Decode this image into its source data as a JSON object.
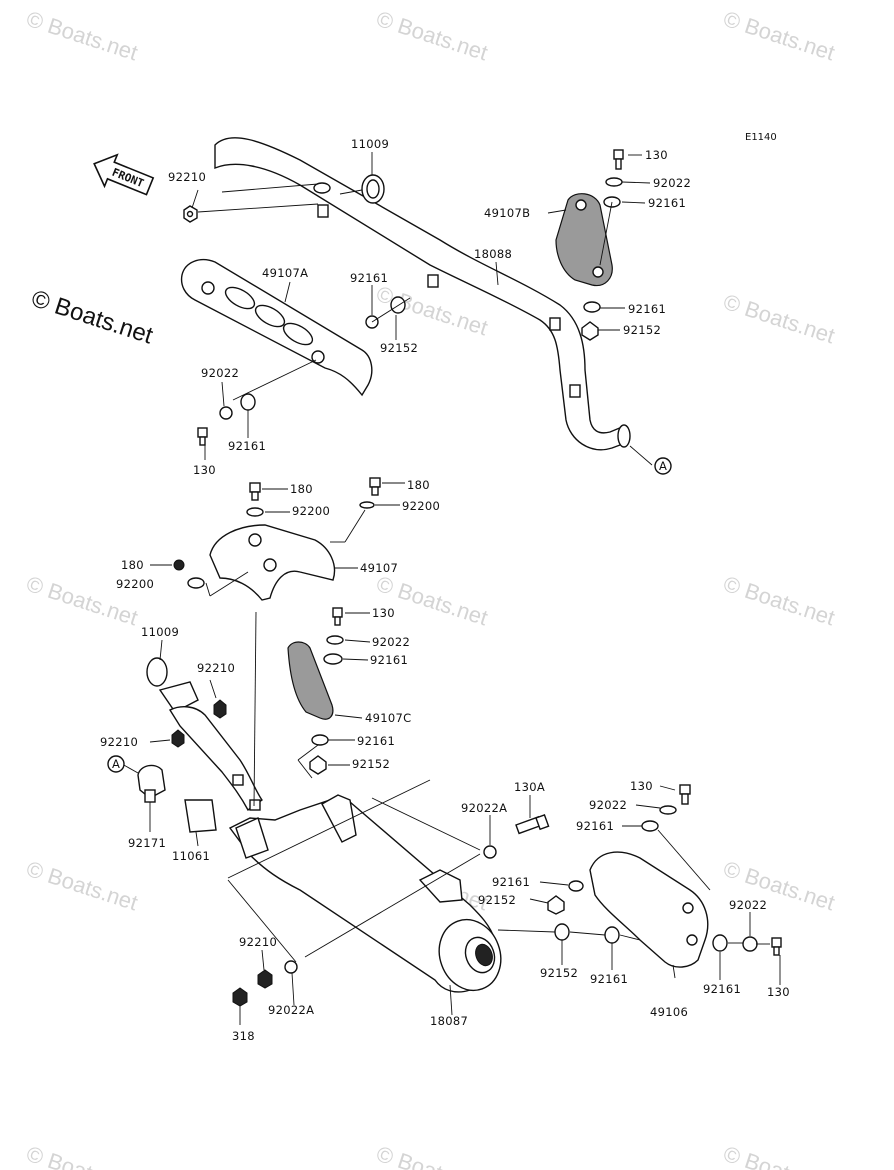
{
  "diagram_code": "E1140",
  "front_label": "FRONT",
  "copyright_logo": "© Boats.net",
  "watermark": "© Boats.net",
  "callouts": {
    "c11009_top": "11009",
    "c92210_top": "92210",
    "c130_tr": "130",
    "c92022_tr": "92022",
    "c49107B": "49107B",
    "c92161_tr": "92161",
    "c18088": "18088",
    "c49107A": "49107A",
    "c92161_mid": "92161",
    "c92152_mid": "92152",
    "c92161_r2": "92161",
    "c92152_r2": "92152",
    "c92022_l": "92022",
    "c92161_l": "92161",
    "c130_l": "130",
    "cA_top": "A",
    "c180_a": "180",
    "c180_b": "180",
    "c92200_a": "92200",
    "c92200_b": "92200",
    "c180_c": "180",
    "c49107": "49107",
    "c92200_c": "92200",
    "c130_m": "130",
    "c92022_m": "92022",
    "c92161_m": "92161",
    "c11009_b": "11009",
    "c92210_b": "92210",
    "c49107C": "49107C",
    "c92210_c": "92210",
    "c92161_m2": "92161",
    "c92152_m": "92152",
    "cA_bot": "A",
    "c130A": "130A",
    "c130_br": "130",
    "c92022A_top": "92022A",
    "c92022_br": "92022",
    "c92161_br": "92161",
    "c92171": "92171",
    "c11061": "11061",
    "c92161_b2": "92161",
    "c92152_b2": "92152",
    "c92022_far": "92022",
    "c92210_bot": "92210",
    "c92022A_bot": "92022A",
    "c318": "318",
    "c18087": "18087",
    "c92152_b3": "92152",
    "c92161_b3": "92161",
    "c49106": "49106",
    "c92161_far": "92161",
    "c130_far": "130"
  }
}
